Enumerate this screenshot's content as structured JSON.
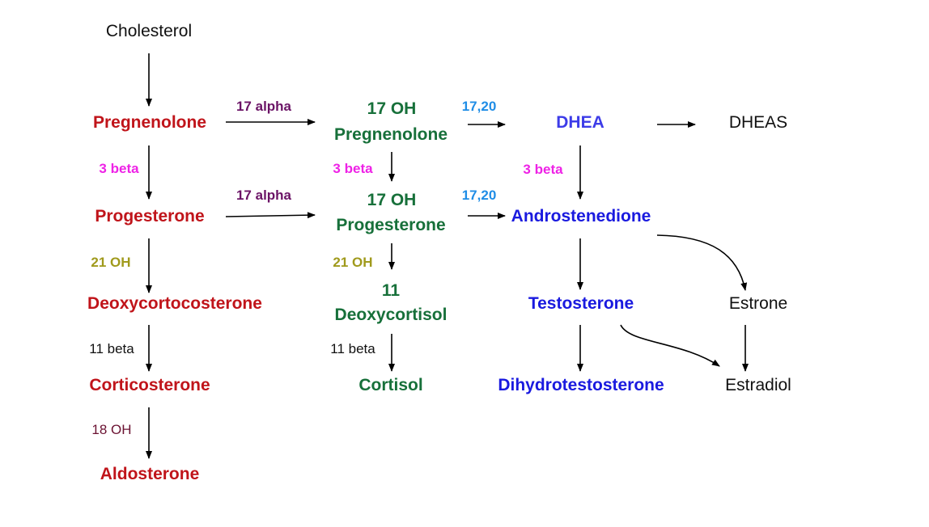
{
  "colors": {
    "red": "#c0141a",
    "green": "#17703a",
    "blue": "#1a1adf",
    "blue_light": "#3d3ce8",
    "black": "#111111",
    "purple": "#6b1466",
    "magenta": "#ee22e6",
    "olive": "#a09a1c",
    "sky": "#1f8de6",
    "maroon": "#6b1232",
    "arrow": "#000000"
  },
  "nodes": {
    "cholesterol": "Cholesterol",
    "pregnenolone": "Pregnenolone",
    "progesterone": "Progesterone",
    "deoxycorticosterone": "Deoxycortocosterone",
    "corticosterone": "Corticosterone",
    "aldosterone": "Aldosterone",
    "oh17_preg_1": "17 OH",
    "oh17_preg_2": "Pregnenolone",
    "oh17_prog_1": "17 OH",
    "oh17_prog_2": "Progesterone",
    "deoxycortisol_1": "11",
    "deoxycortisol_2": "Deoxycortisol",
    "cortisol": "Cortisol",
    "dhea": "DHEA",
    "dheas": "DHEAS",
    "androstenedione": "Androstenedione",
    "testosterone": "Testosterone",
    "dihydrotestosterone": "Dihydrotestosterone",
    "estrone": "Estrone",
    "estradiol": "Estradiol"
  },
  "enzymes": {
    "alpha17_top": "17 alpha",
    "alpha17_mid": "17 alpha",
    "beta3_left": "3 beta",
    "beta3_mid": "3 beta",
    "beta3_right": "3 beta",
    "lyase_top": "17,20",
    "lyase_mid": "17,20",
    "oh21_left": "21 OH",
    "oh21_mid": "21 OH",
    "beta11_left": "11 beta",
    "beta11_mid": "11 beta",
    "oh18": "18 OH"
  }
}
